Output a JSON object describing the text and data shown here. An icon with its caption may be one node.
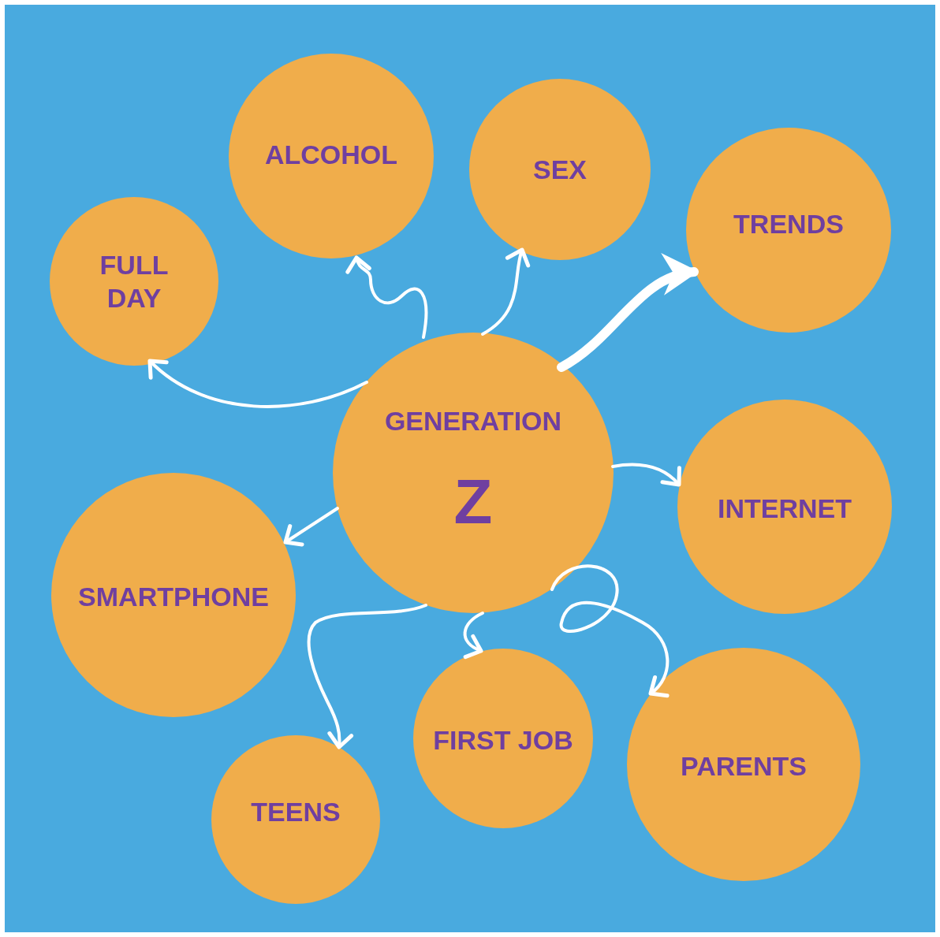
{
  "diagram": {
    "nodes": [
      {
        "text": [
          "GENERATION",
          "Z"
        ]
      },
      {
        "text": [
          "FULL DAY"
        ]
      },
      {
        "text": [
          "ALCOHOL"
        ]
      },
      {
        "text": [
          "SEX"
        ]
      },
      {
        "text": [
          "TRENDS"
        ]
      },
      {
        "text": [
          "INTERNET"
        ]
      },
      {
        "text": [
          "SMARTPHONE"
        ]
      },
      {
        "text": [
          "TEENS"
        ]
      },
      {
        "text": [
          "FIRST JOB"
        ]
      },
      {
        "text": [
          "PARENTS"
        ]
      }
    ],
    "edges": [
      {
        "from": 0,
        "to": 1,
        "arrow": "to"
      },
      {
        "from": 0,
        "to": 2,
        "arrow": "to"
      },
      {
        "from": 0,
        "to": 3,
        "arrow": "to"
      },
      {
        "from": 0,
        "to": 4,
        "arrow": "to",
        "style": "thick"
      },
      {
        "from": 0,
        "to": 5,
        "arrow": "to"
      },
      {
        "from": 0,
        "to": 6,
        "arrow": "to"
      },
      {
        "from": 0,
        "to": 7,
        "arrow": "to"
      },
      {
        "from": 0,
        "to": 8,
        "arrow": "to"
      },
      {
        "from": 0,
        "to": 9,
        "arrow": "to"
      }
    ]
  }
}
